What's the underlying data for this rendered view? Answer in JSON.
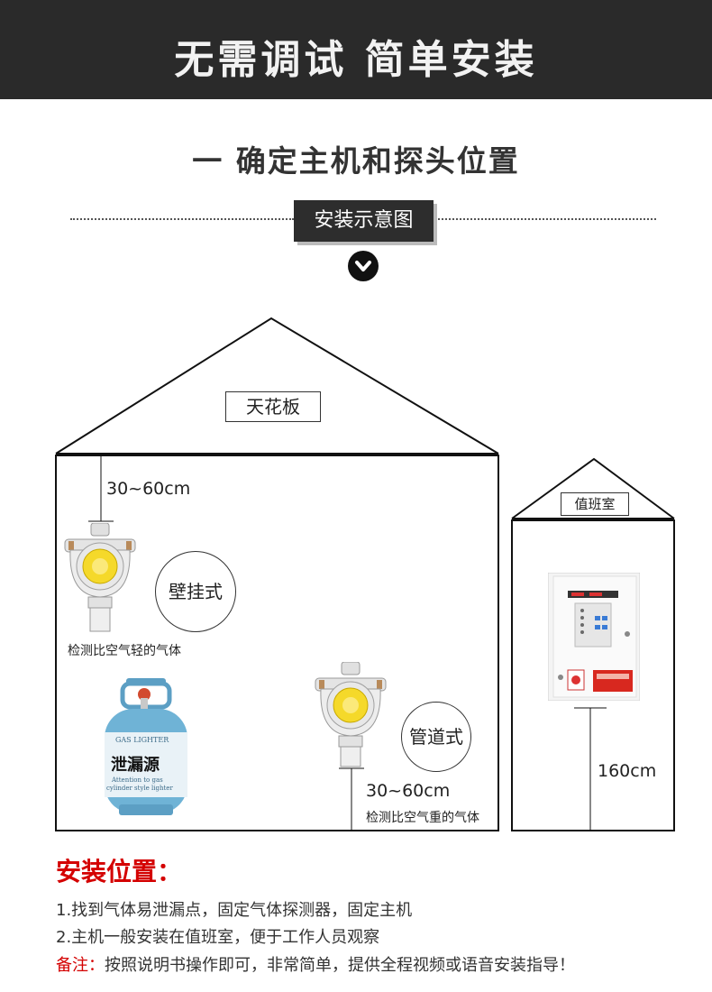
{
  "banner": {
    "title": "无需调试 简单安装"
  },
  "section": {
    "title": "一 确定主机和探头位置"
  },
  "diagram": {
    "label": "安装示意图",
    "ceiling": "天花板",
    "duty_room": "值班室",
    "wall_distance": "30~60cm",
    "wall_type": "壁挂式",
    "wall_note": "检测比空气轻的气体",
    "leak_source": "泄漏源",
    "tank_text_1": "GAS LIGHTER",
    "tank_text_2": "Attention to gas",
    "tank_text_3": "cylinder style lighter",
    "pipe_type": "管道式",
    "pipe_distance": "30~60cm",
    "pipe_note": "检测比空气重的气体",
    "host_height": "160cm"
  },
  "install": {
    "heading": "安装位置：",
    "line1": "1.找到气体易泄漏点，固定气体探测器，固定主机",
    "line2": "2.主机一般安装在值班室，便于工作人员观察",
    "note_label": "备注：",
    "note_text": "按照说明书操作即可，非常简单，提供全程视频或语音安装指导！"
  },
  "colors": {
    "banner_bg": "#2a2a2a",
    "accent_red": "#d40000",
    "tank_blue": "#6fb3d6"
  }
}
